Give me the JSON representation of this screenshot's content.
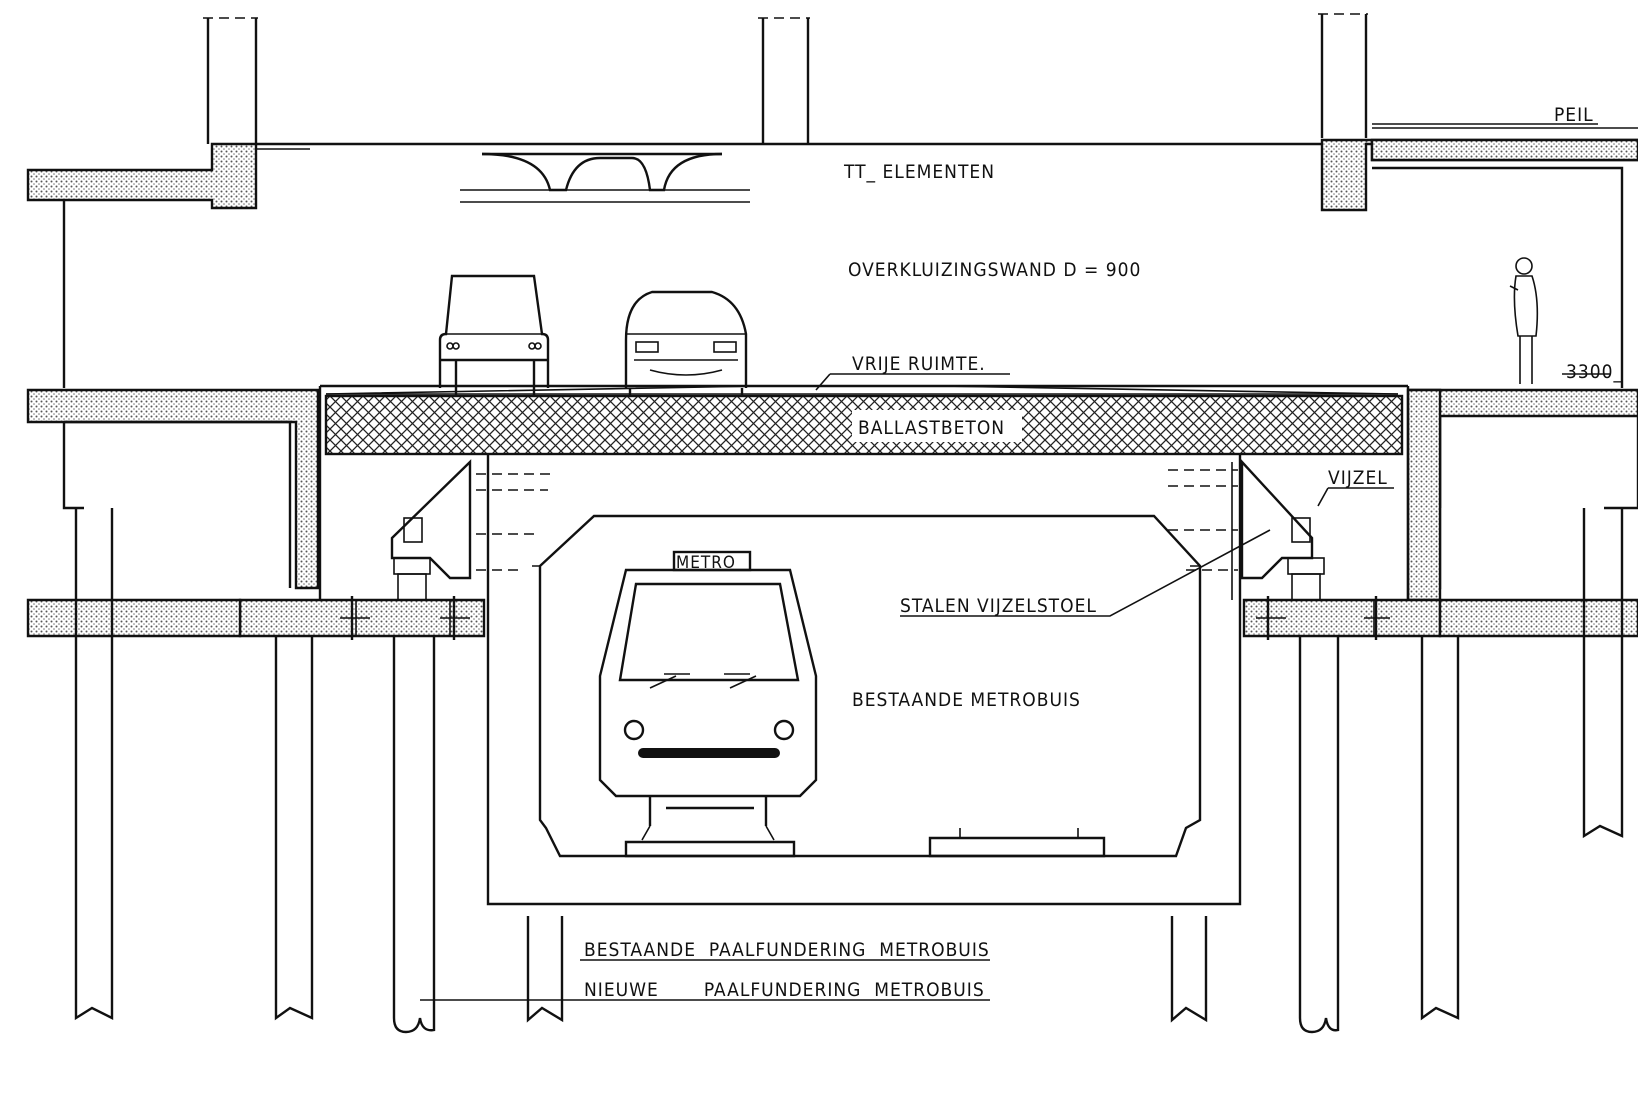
{
  "labels": {
    "peil": "PEIL",
    "tt_elementen": "TT_ ELEMENTEN",
    "overkluizingswand": "OVERKLUIZINGSWAND  D = 900",
    "vrije_ruimte": "VRIJE  RUIMTE.",
    "level_3300": "3300_",
    "ballastbeton": "BALLASTBETON",
    "vijzel": "VIJZEL",
    "metro_sign": "METRO",
    "stalen_vijzelstoel": "STALEN  VIJZELSTOEL",
    "bestaande_metrobuis": "BESTAANDE  METROBUIS",
    "bestaande_paalfundering": "BESTAANDE  PAALFUNDERING  METROBUIS",
    "nieuwe_paalfundering": "NIEUWE       PAALFUNDERING  METROBUIS"
  },
  "colors": {
    "line": "#111111",
    "background": "#ffffff"
  }
}
